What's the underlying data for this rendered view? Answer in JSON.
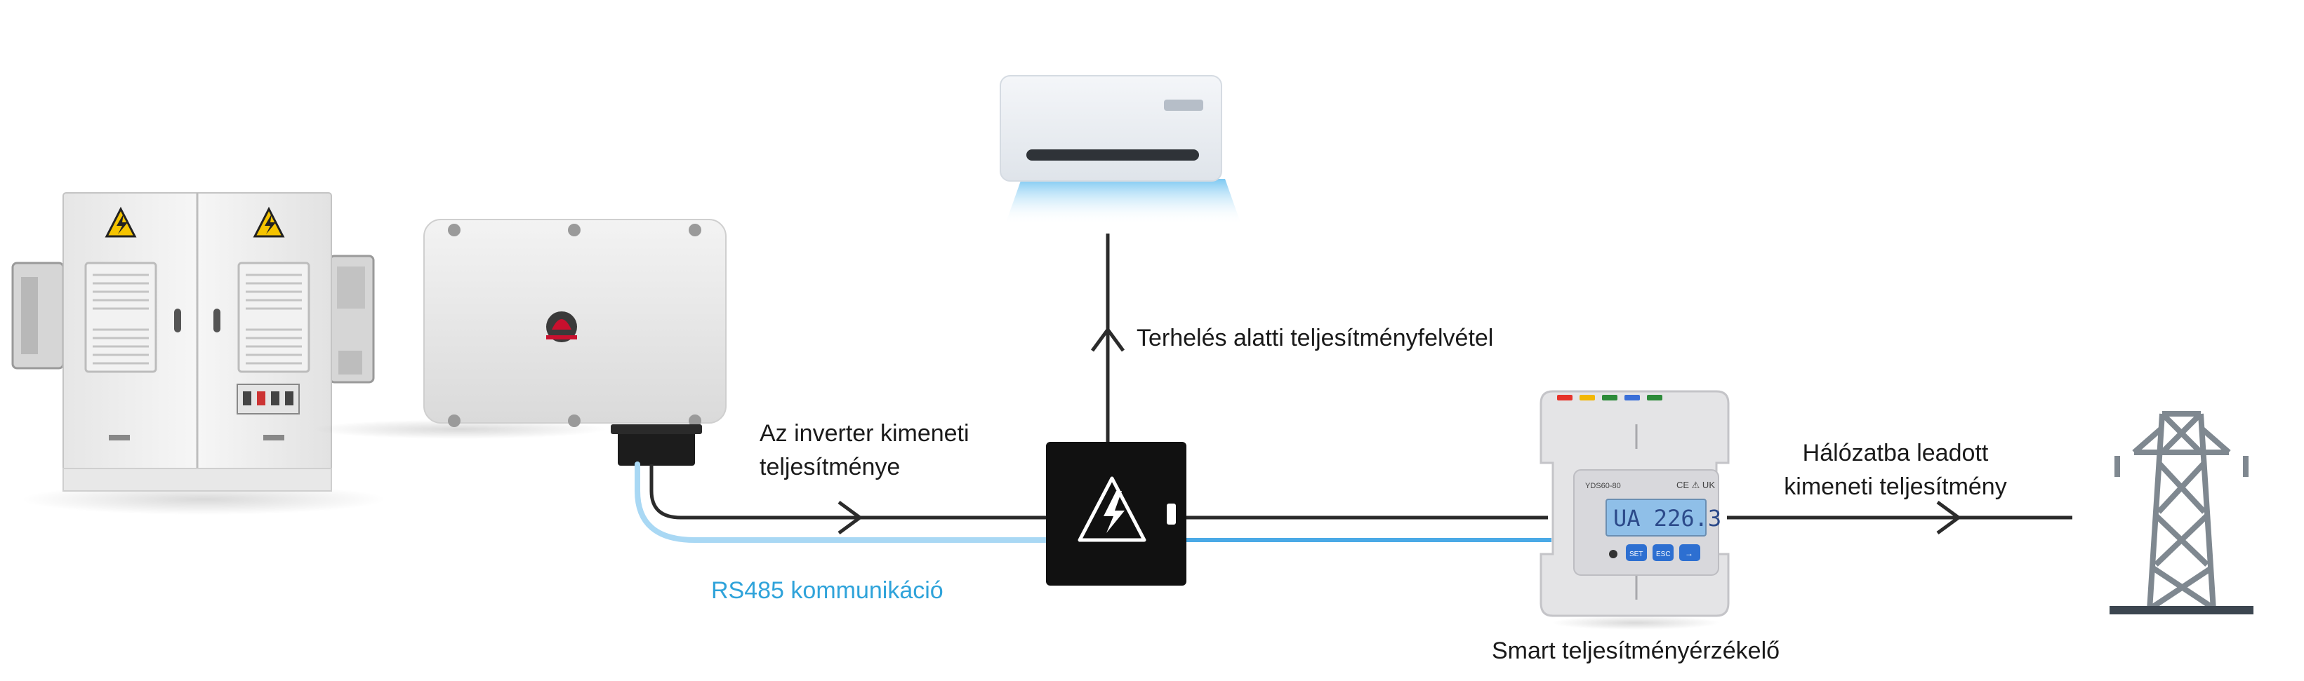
{
  "labels": {
    "inverter_output": [
      "Az inverter kimeneti",
      "teljesítménye"
    ],
    "load_consumption": "Terhelés alatti teljesítményfelvétel",
    "rs485": "RS485 kommunikáció",
    "grid_output": [
      "Hálózatba leadott",
      "kimeneti teljesítmény"
    ],
    "meter_name": "Smart teljesítményérzékelő"
  },
  "meter": {
    "model": "YDS60-80",
    "display": "UA 226.3",
    "marks": "CE ⚠ UK",
    "buttons": [
      "SET",
      "ESC",
      "→"
    ]
  },
  "colors": {
    "power_line": "#2b2b2b",
    "rs485_line": "#4aa9e6",
    "rs485_text": "#2fa3da",
    "warning_yellow": "#f5c400",
    "meter_lcd": "#8fbfe8"
  }
}
